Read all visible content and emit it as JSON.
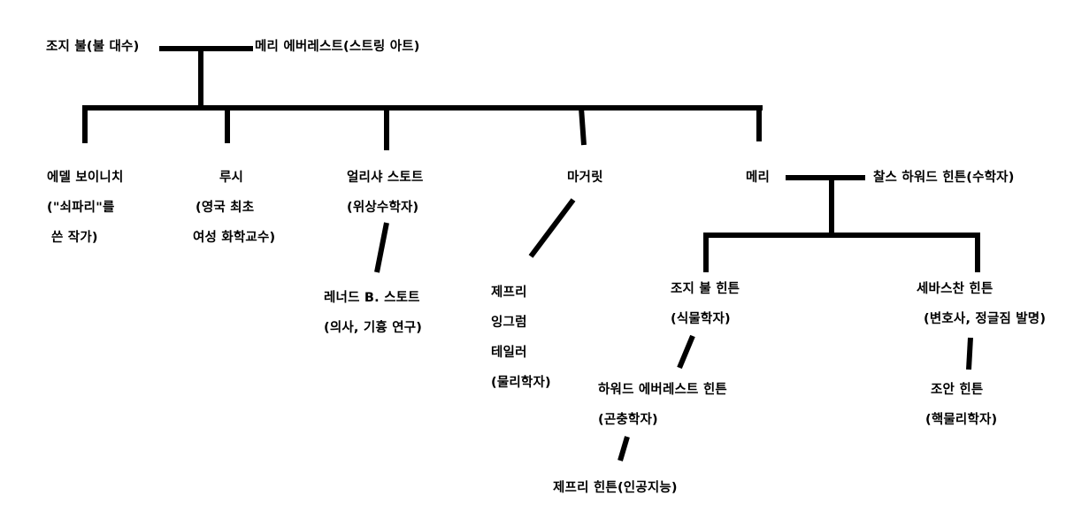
{
  "colors": {
    "background": "#ffffff",
    "line": "#000000",
    "text": "#000000"
  },
  "tree": {
    "george_boole": "조지 불(불 대수)",
    "mary_everest": "메리 에버레스트(스트링 아트)",
    "ethel": {
      "line1": "에델 보이니치",
      "line2": "(\"쇠파리\"를",
      "line3": "쓴 작가)"
    },
    "lucy": {
      "line1": "루시",
      "line2": "(영국 최초",
      "line3": "여성 화학교수)"
    },
    "alicia": {
      "line1": "얼리샤 스토트",
      "line2": "(위상수학자)"
    },
    "margaret": "마거릿",
    "mary": "메리",
    "charles_hinton": "찰스 하워드 힌튼(수학자)",
    "leonard": {
      "line1": "레너드 B. 스토트",
      "line2": "(의사, 기흉 연구)"
    },
    "geoffrey_taylor": {
      "line1": "제프리",
      "line2": "잉그럼",
      "line3": "테일러",
      "line4": "(물리학자)"
    },
    "george_hinton": {
      "line1": "조지 불 힌튼",
      "line2": "(식물학자)"
    },
    "sebastian": {
      "line1": "세바스찬 힌튼",
      "line2": "(변호사, 정글짐 발명)"
    },
    "howard": {
      "line1": "하워드 에버레스트 힌튼",
      "line2": "(곤충학자)"
    },
    "joan": {
      "line1": "조안 힌튼",
      "line2": "(핵물리학자)"
    },
    "geoffrey_hinton": "제프리 힌튼(인공지능)"
  }
}
